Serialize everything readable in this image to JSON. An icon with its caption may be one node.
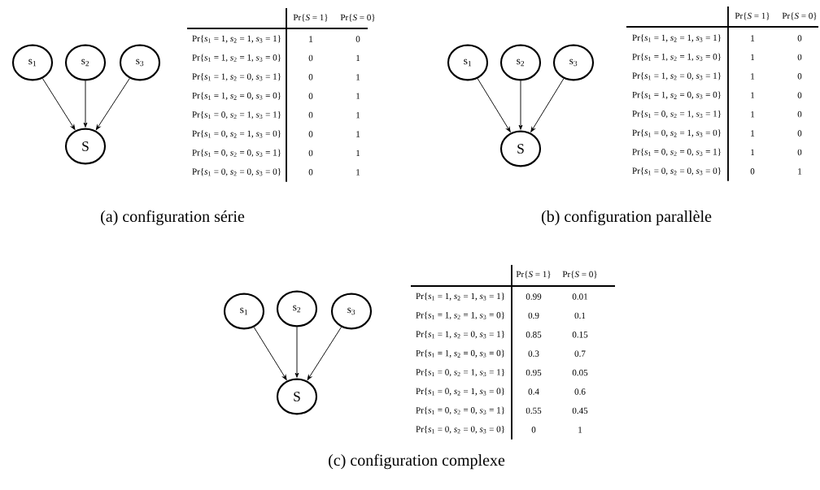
{
  "diagram": {
    "nodes": [
      {
        "text": [
          "s$_{1}$"
        ]
      },
      {
        "text": [
          "s$_{2}$"
        ]
      },
      {
        "text": [
          "s$_{3}$"
        ]
      },
      {
        "text": [
          "S"
        ]
      },
      {
        "text": [
          "s$_{1}$"
        ]
      },
      {
        "text": [
          "s$_{2}$"
        ]
      },
      {
        "text": [
          "s$_{3}$"
        ]
      },
      {
        "text": [
          "S"
        ]
      },
      {
        "text": [
          "s$_{1}$"
        ]
      },
      {
        "text": [
          "s$_{2}$"
        ]
      },
      {
        "text": [
          "s$_{3}$"
        ]
      },
      {
        "text": [
          "S"
        ]
      }
    ],
    "edges": [
      {
        "from": 0,
        "to": 3,
        "arrow": "to"
      },
      {
        "from": 1,
        "to": 3,
        "arrow": "to"
      },
      {
        "from": 2,
        "to": 3,
        "arrow": "to"
      },
      {
        "from": 4,
        "to": 7,
        "arrow": "to"
      },
      {
        "from": 5,
        "to": 7,
        "arrow": "to"
      },
      {
        "from": 6,
        "to": 7,
        "arrow": "to"
      },
      {
        "from": 8,
        "to": 11,
        "arrow": "to"
      },
      {
        "from": 9,
        "to": 11,
        "arrow": "to"
      },
      {
        "from": 10,
        "to": 11,
        "arrow": "to"
      }
    ],
    "labels": [
      "Pr{*S* = 1}",
      "Pr{*S* = 0}",
      "Pr{*s*$_{1}$ = 1, *s*$_{2}$ = 1, *s*$_{3}$ = 1}",
      "1",
      "0",
      "Pr{*s*$_{1}$ = 1, *s*$_{2}$ = 1, *s*$_{3}$ = 0}",
      "0",
      "1",
      "Pr{*s*$_{1}$ = 1, *s*$_{2}$ = 0, *s*$_{3}$ = 1}",
      "0",
      "1",
      "Pr{*s*$_{1}$ = 1, *s*$_{2}$ = 0, *s*$_{3}$ = 0}",
      "0",
      "1",
      "Pr{*s*$_{1}$ = 0, *s*$_{2}$ = 1, *s*$_{3}$ = 1}",
      "0",
      "1",
      "Pr{*s*$_{1}$ = 0, *s*$_{2}$ = 1, *s*$_{3}$ = 0}",
      "0",
      "1",
      "Pr{*s*$_{1}$ = 0, *s*$_{2}$ = 0, *s*$_{3}$ = 1}",
      "0",
      "1",
      "Pr{*s*$_{1}$ = 0, *s*$_{2}$ = 0, *s*$_{3}$ = 0}",
      "0",
      "1",
      "Pr{*S* = 1}",
      "Pr{*S* = 0}",
      "Pr{*s*$_{1}$ = 1, *s*$_{2}$ = 1, *s*$_{3}$ = 1}",
      "1",
      "0",
      "Pr{*s*$_{1}$ = 1, *s*$_{2}$ = 1, *s*$_{3}$ = 0}",
      "1",
      "0",
      "Pr{*s*$_{1}$ = 1, *s*$_{2}$ = 0, *s*$_{3}$ = 1}",
      "1",
      "0",
      "Pr{*s*$_{1}$ = 1, *s*$_{2}$ = 0, *s*$_{3}$ = 0}",
      "1",
      "0",
      "Pr{*s*$_{1}$ = 0, *s*$_{2}$ = 1, *s*$_{3}$ = 1}",
      "1",
      "0",
      "Pr{*s*$_{1}$ = 0, *s*$_{2}$ = 1, *s*$_{3}$ = 0}",
      "1",
      "0",
      "Pr{*s*$_{1}$ = 0, *s*$_{2}$ = 0, *s*$_{3}$ = 1}",
      "1",
      "0",
      "Pr{*s*$_{1}$ = 0, *s*$_{2}$ = 0, *s*$_{3}$ = 0}",
      "0",
      "1",
      "(a) configuration série",
      "(b) configuration parallèle",
      "Pr{*S* = 1}",
      "Pr{*S* = 0}",
      "Pr{*s*$_{1}$ = 1, *s*$_{2}$ = 1, *s*$_{3}$ = 1}",
      "0.99",
      "0.01",
      "Pr{*s*$_{1}$ = 1, *s*$_{2}$ = 1, *s*$_{3}$ = 0}",
      "0.9",
      "0.1",
      "Pr{*s*$_{1}$ = 1, *s*$_{2}$ = 0, *s*$_{3}$ = 1}",
      "0.85",
      "0.15",
      "Pr{*s*$_{1}$ = 1, *s*$_{2}$ = 0, *s*$_{3}$ = 0}",
      "0.3",
      "0.7",
      "Pr{*s*$_{1}$ = 0, *s*$_{2}$ = 1, *s*$_{3}$ = 1}",
      "0.95",
      "0.05",
      "Pr{*s*$_{1}$ = 0, *s*$_{2}$ = 1, *s*$_{3}$ = 0}",
      "0.4",
      "0.6",
      "Pr{*s*$_{1}$ = 0, *s*$_{2}$ = 0, *s*$_{3}$ = 1}",
      "0.55",
      "0.45",
      "Pr{*s*$_{1}$ = 0, *s*$_{2}$ = 0, *s*$_{3}$ = 0}",
      "0",
      "1",
      "(c) configuration complexe"
    ]
  }
}
